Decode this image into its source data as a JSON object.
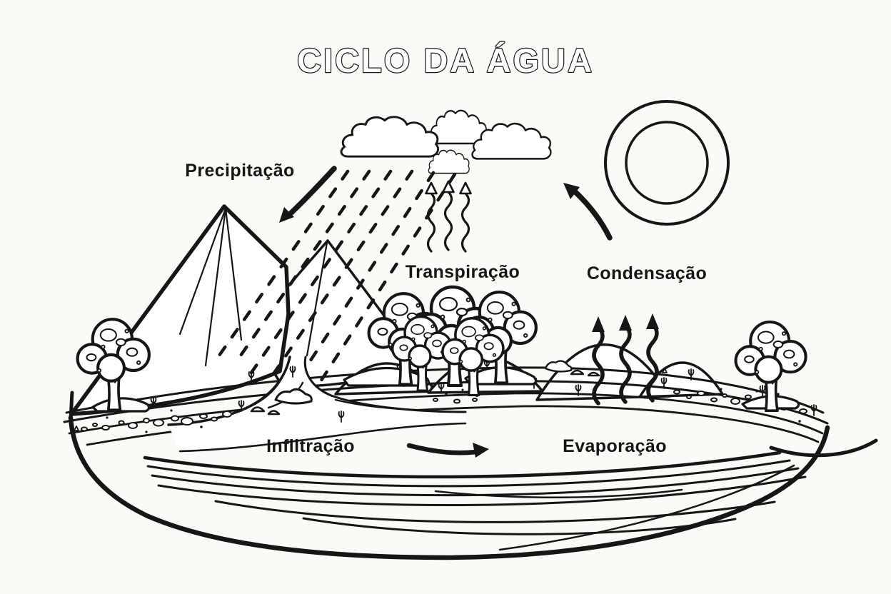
{
  "title": "CICLO DA ÁGUA",
  "labels": {
    "precipitation": "Precipitação",
    "transpiration": "Transpiração",
    "condensation": "Condensação",
    "infiltration": "Infiltração",
    "evaporation": "Evaporação"
  },
  "colors": {
    "ink": "#161616",
    "paper": "#ffffff",
    "background": "#fbfaf7"
  },
  "icons": {
    "sun": "sun-icon",
    "clouds": "cloud-icon",
    "rain": "rain-dashes-icon",
    "mountains": "mountain-icon",
    "trees": "tree-icon",
    "river": "river-icon",
    "lake": "lake-icon",
    "precipitation_arrow": "arrow-down-left-icon",
    "condensation_arrow": "arrow-up-left-icon",
    "infiltration_arrow": "arrow-right-icon",
    "evaporation_arrows": "wavy-arrows-up-icon",
    "transpiration_arrows": "wavy-arrows-up-icon"
  }
}
